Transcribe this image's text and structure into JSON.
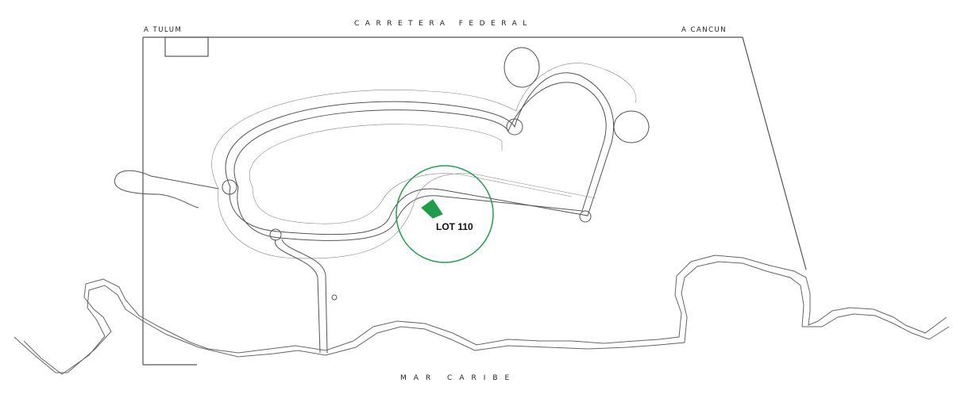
{
  "labels": {
    "highway": "CARRETERA FEDERAL",
    "west_direction": "A TULUM",
    "east_direction": "A CANCUN",
    "sea": "MAR CARIBE",
    "highlighted_lot": "LOT 110"
  },
  "colors": {
    "highlight": "#1f9e4a",
    "outline": "#555555",
    "background": "#ffffff"
  }
}
